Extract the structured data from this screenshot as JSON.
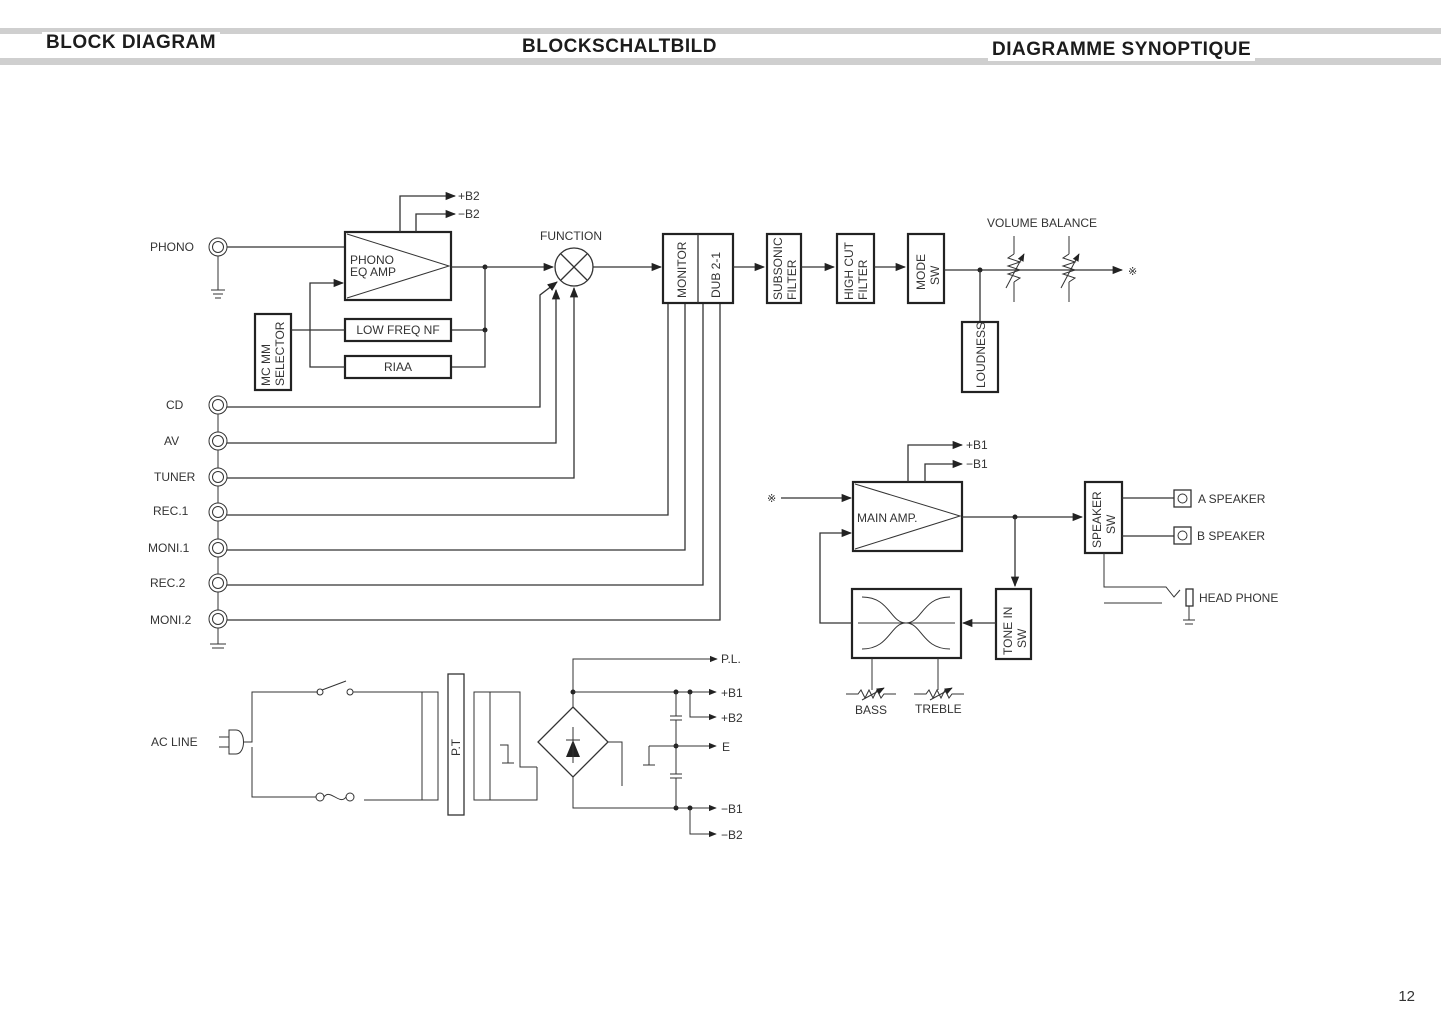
{
  "header": {
    "title_en": "BLOCK DIAGRAM",
    "title_de": "BLOCKSCHALTBILD",
    "title_fr": "DIAGRAMME SYNOPTIQUE"
  },
  "page_number": "12",
  "inputs": {
    "phono": "PHONO",
    "cd": "CD",
    "av": "AV",
    "tuner": "TUNER",
    "rec1": "REC.1",
    "moni1": "MONI.1",
    "rec2": "REC.2",
    "moni2": "MONI.2",
    "ac_line": "AC LINE"
  },
  "blocks": {
    "phono_eq_line1": "PHONO",
    "phono_eq_line2": "EQ AMP",
    "low_freq_nf": "LOW FREQ NF",
    "riaa": "RIAA",
    "mc_mm_line1": "MC MM",
    "mc_mm_line2": "SELECTOR",
    "function": "FUNCTION",
    "monitor": "MONITOR",
    "dub": "DUB 2-1",
    "subsonic_line1": "SUBSONIC",
    "subsonic_line2": "FILTER",
    "high_cut_line1": "HIGH CUT",
    "high_cut_line2": "FILTER",
    "mode_line1": "MODE",
    "mode_line2": "SW",
    "loudness": "LOUDNESS",
    "volume_balance": "VOLUME BALANCE",
    "main_amp": "MAIN AMP.",
    "speaker_sw_line1": "SPEAKER",
    "speaker_sw_line2": "SW",
    "tone_in_line1": "TONE IN",
    "tone_in_line2": "SW",
    "pt": "P.T",
    "bass": "BASS",
    "treble": "TREBLE"
  },
  "outputs": {
    "a_speaker": "A SPEAKER",
    "b_speaker": "B SPEAKER",
    "head_phone": "HEAD PHONE"
  },
  "rails": {
    "phono_plus_b2": "+B2",
    "phono_minus_b2": "−B2",
    "amp_plus_b1": "+B1",
    "amp_minus_b1": "−B1",
    "pl": "P.L.",
    "ps_plus_b1": "+B1",
    "ps_plus_b2": "+B2",
    "ps_e": "E",
    "ps_minus_b1": "−B1",
    "ps_minus_b2": "−B2",
    "link_mark_out": "※",
    "link_mark_in": "※"
  }
}
